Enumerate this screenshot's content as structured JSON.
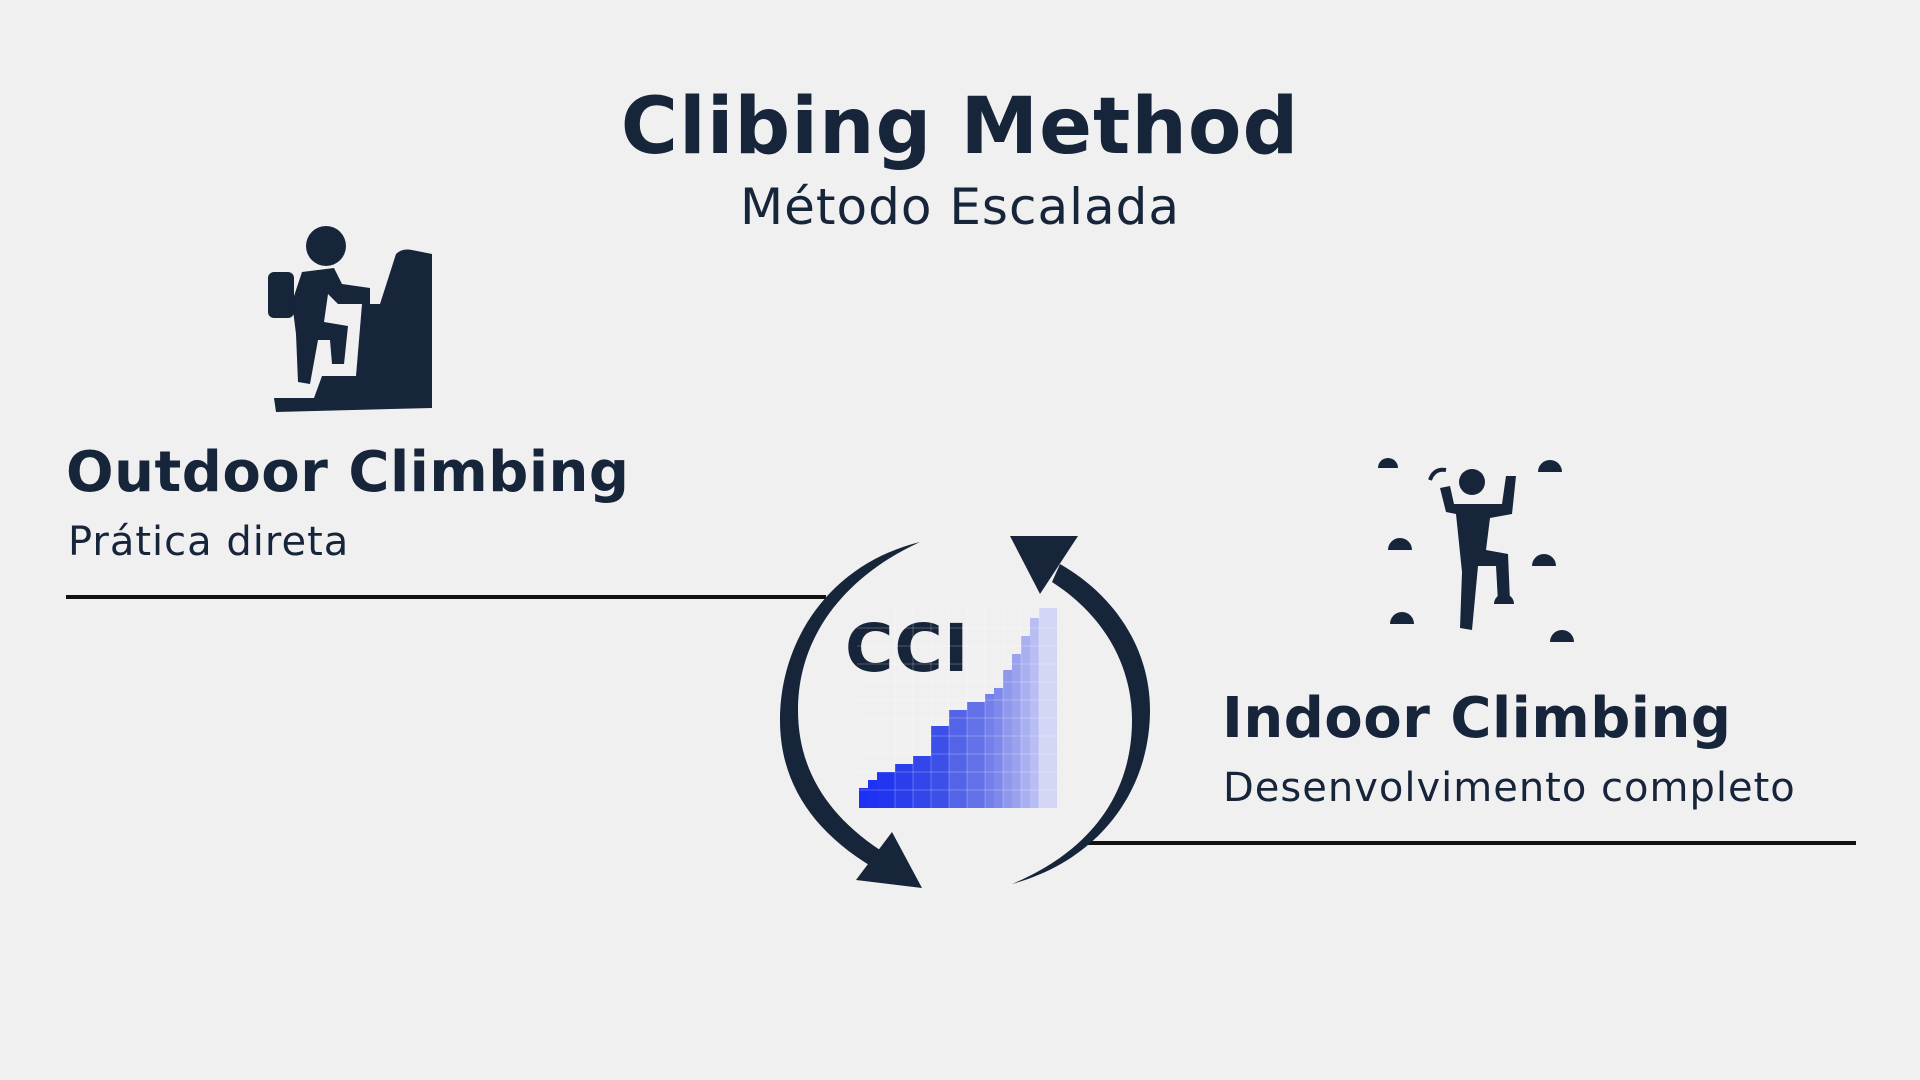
{
  "title": "Clibing Method",
  "subtitle": "Método Escalada",
  "outdoor": {
    "heading": "Outdoor Climbing",
    "description": "Prática direta",
    "icon": "hiker-icon"
  },
  "indoor": {
    "heading": "Indoor Climbing",
    "description": "Desenvolvimento completo",
    "icon": "wall-climber-icon"
  },
  "center": {
    "label": "CCI",
    "icon": "cycle-arrows-icon",
    "bars_icon": "rising-bars-icon"
  },
  "colors": {
    "background": "#f1f0f1",
    "text": "#17253a",
    "accent": "#1f30f0"
  }
}
